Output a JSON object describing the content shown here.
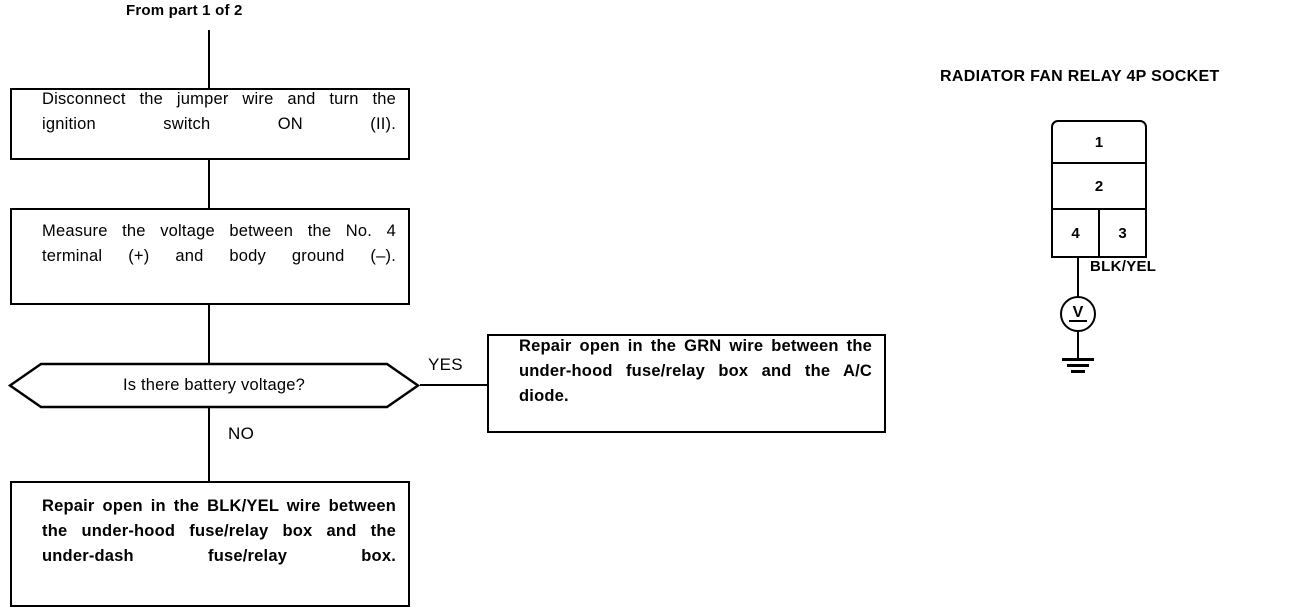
{
  "flow": {
    "entry_label": "From part 1 of 2",
    "steps": [
      {
        "id": "disconnect",
        "text": "Disconnect the jumper wire and turn the ignition switch ON (II)."
      },
      {
        "id": "measure",
        "text": "Measure the voltage between the No. 4 terminal (+) and body ground (–)."
      }
    ],
    "decision": {
      "question": "Is there battery voltage?",
      "yes_label": "YES",
      "no_label": "NO"
    },
    "outcomes": [
      {
        "id": "repair-grn",
        "branch": "YES",
        "text": "Repair open in the GRN wire between the under-hood fuse/relay box and the A/C diode."
      },
      {
        "id": "repair-blk",
        "branch": "NO",
        "text": "Repair open in the BLK/YEL wire between the under-hood fuse/relay box and the under-dash fuse/relay box."
      }
    ]
  },
  "connector_diagram": {
    "title": "RADIATOR FAN RELAY 4P SOCKET",
    "terminals": [
      {
        "number": "1",
        "position": "top"
      },
      {
        "number": "2",
        "position": "middle"
      },
      {
        "number": "4",
        "position": "bottom-left"
      },
      {
        "number": "3",
        "position": "bottom-right"
      }
    ],
    "wire_label": "BLK/YEL",
    "meter_symbol": "V",
    "ground_symbol": "earth-ground"
  },
  "colors": {
    "ink": "#000000",
    "paper": "#ffffff"
  }
}
